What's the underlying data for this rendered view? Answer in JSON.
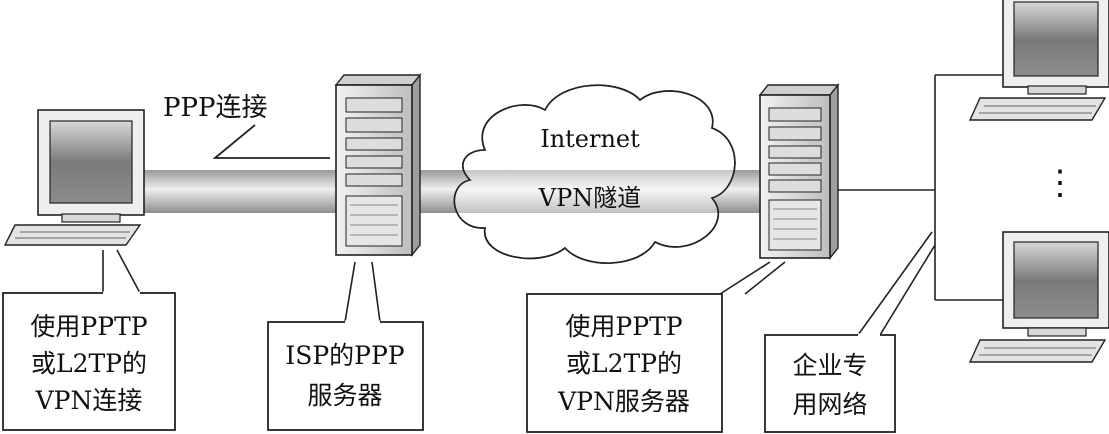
{
  "labels": {
    "ppp_connection": "PPP连接",
    "internet": "Internet",
    "vpn_tunnel": "VPN隧道",
    "ellipsis": "⋮"
  },
  "callouts": {
    "client": [
      "使用PPTP",
      "或L2TP的",
      "VPN连接"
    ],
    "isp_server": [
      "ISP的PPP",
      "服务器"
    ],
    "vpn_server": [
      "使用PPTP",
      "或L2TP的",
      "VPN服务器"
    ],
    "private_network": [
      "企业专",
      "用网络"
    ]
  }
}
